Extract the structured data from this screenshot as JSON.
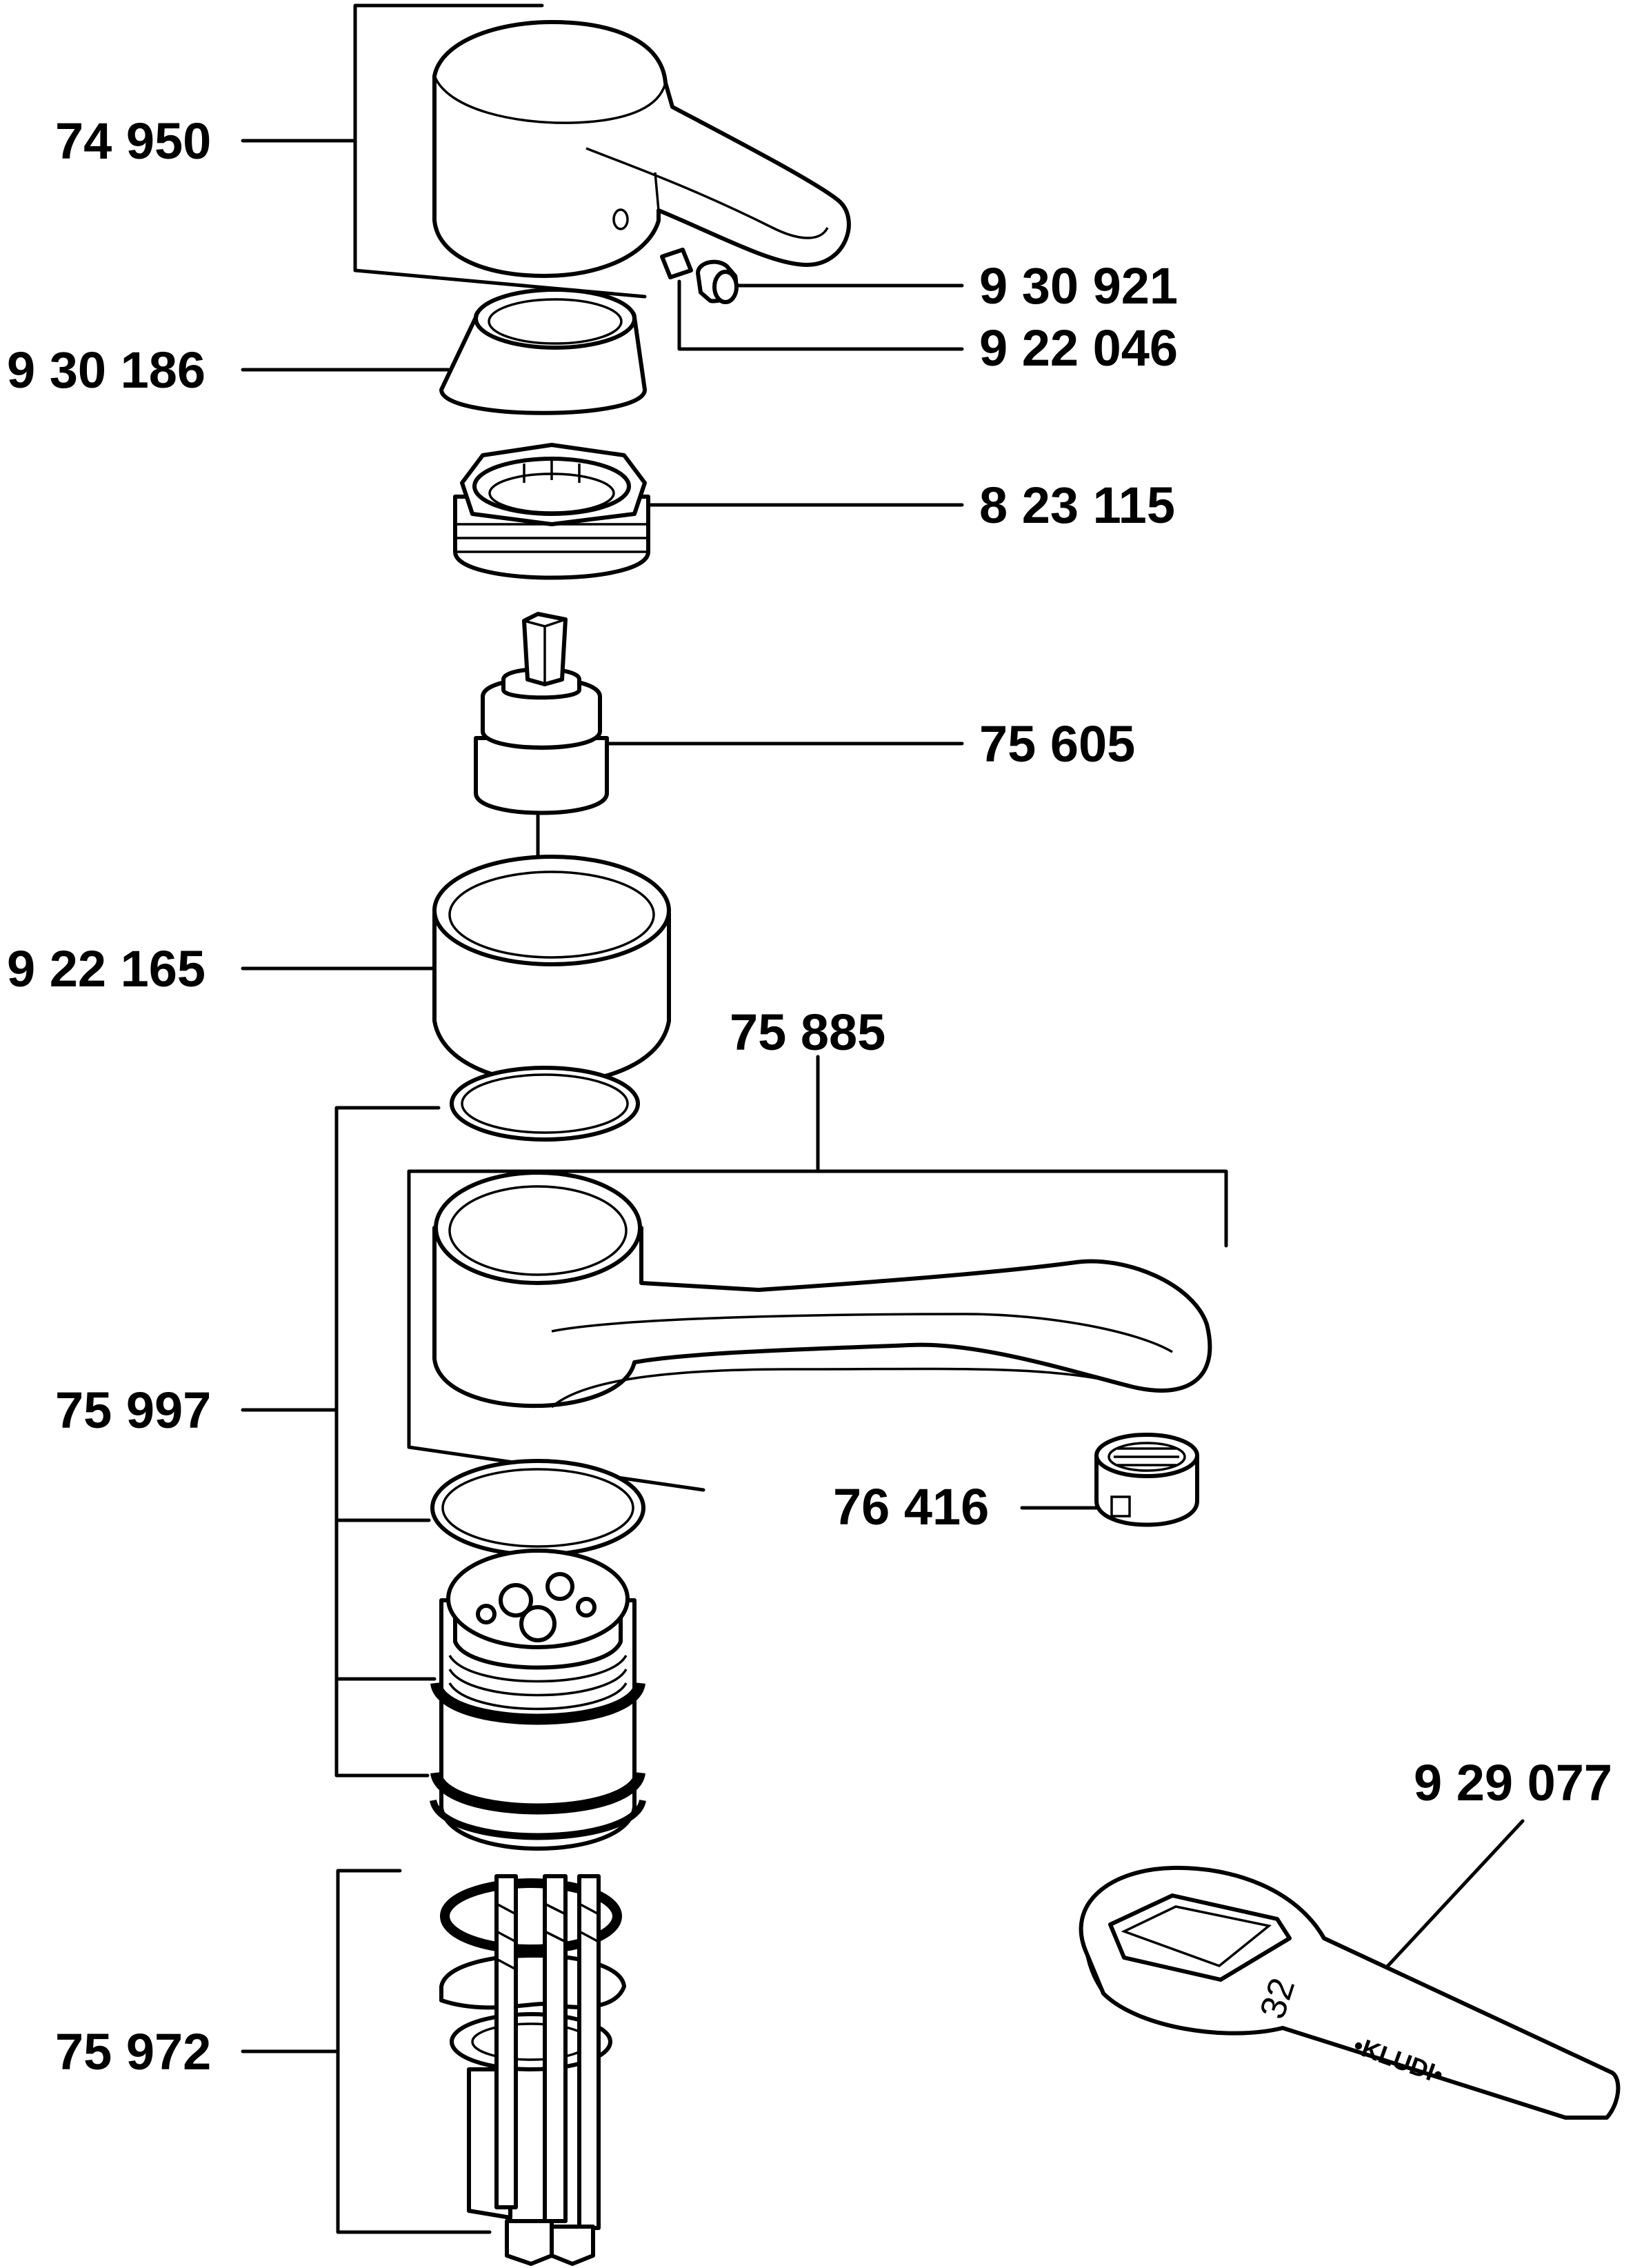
{
  "labels": {
    "p74950": "74 950",
    "p930921": "9 30 921",
    "p922046": "9 22 046",
    "p930186": "9 30 186",
    "p823115": "8 23 115",
    "p75605": "75 605",
    "p922165": "9 22 165",
    "p75885": "75 885",
    "p75997": "75 997",
    "p76416": "76 416",
    "p929077": "9 29 077",
    "p75972": "75 972"
  },
  "wrench": {
    "size_mark": "32",
    "brand": "•KLUDI•"
  }
}
